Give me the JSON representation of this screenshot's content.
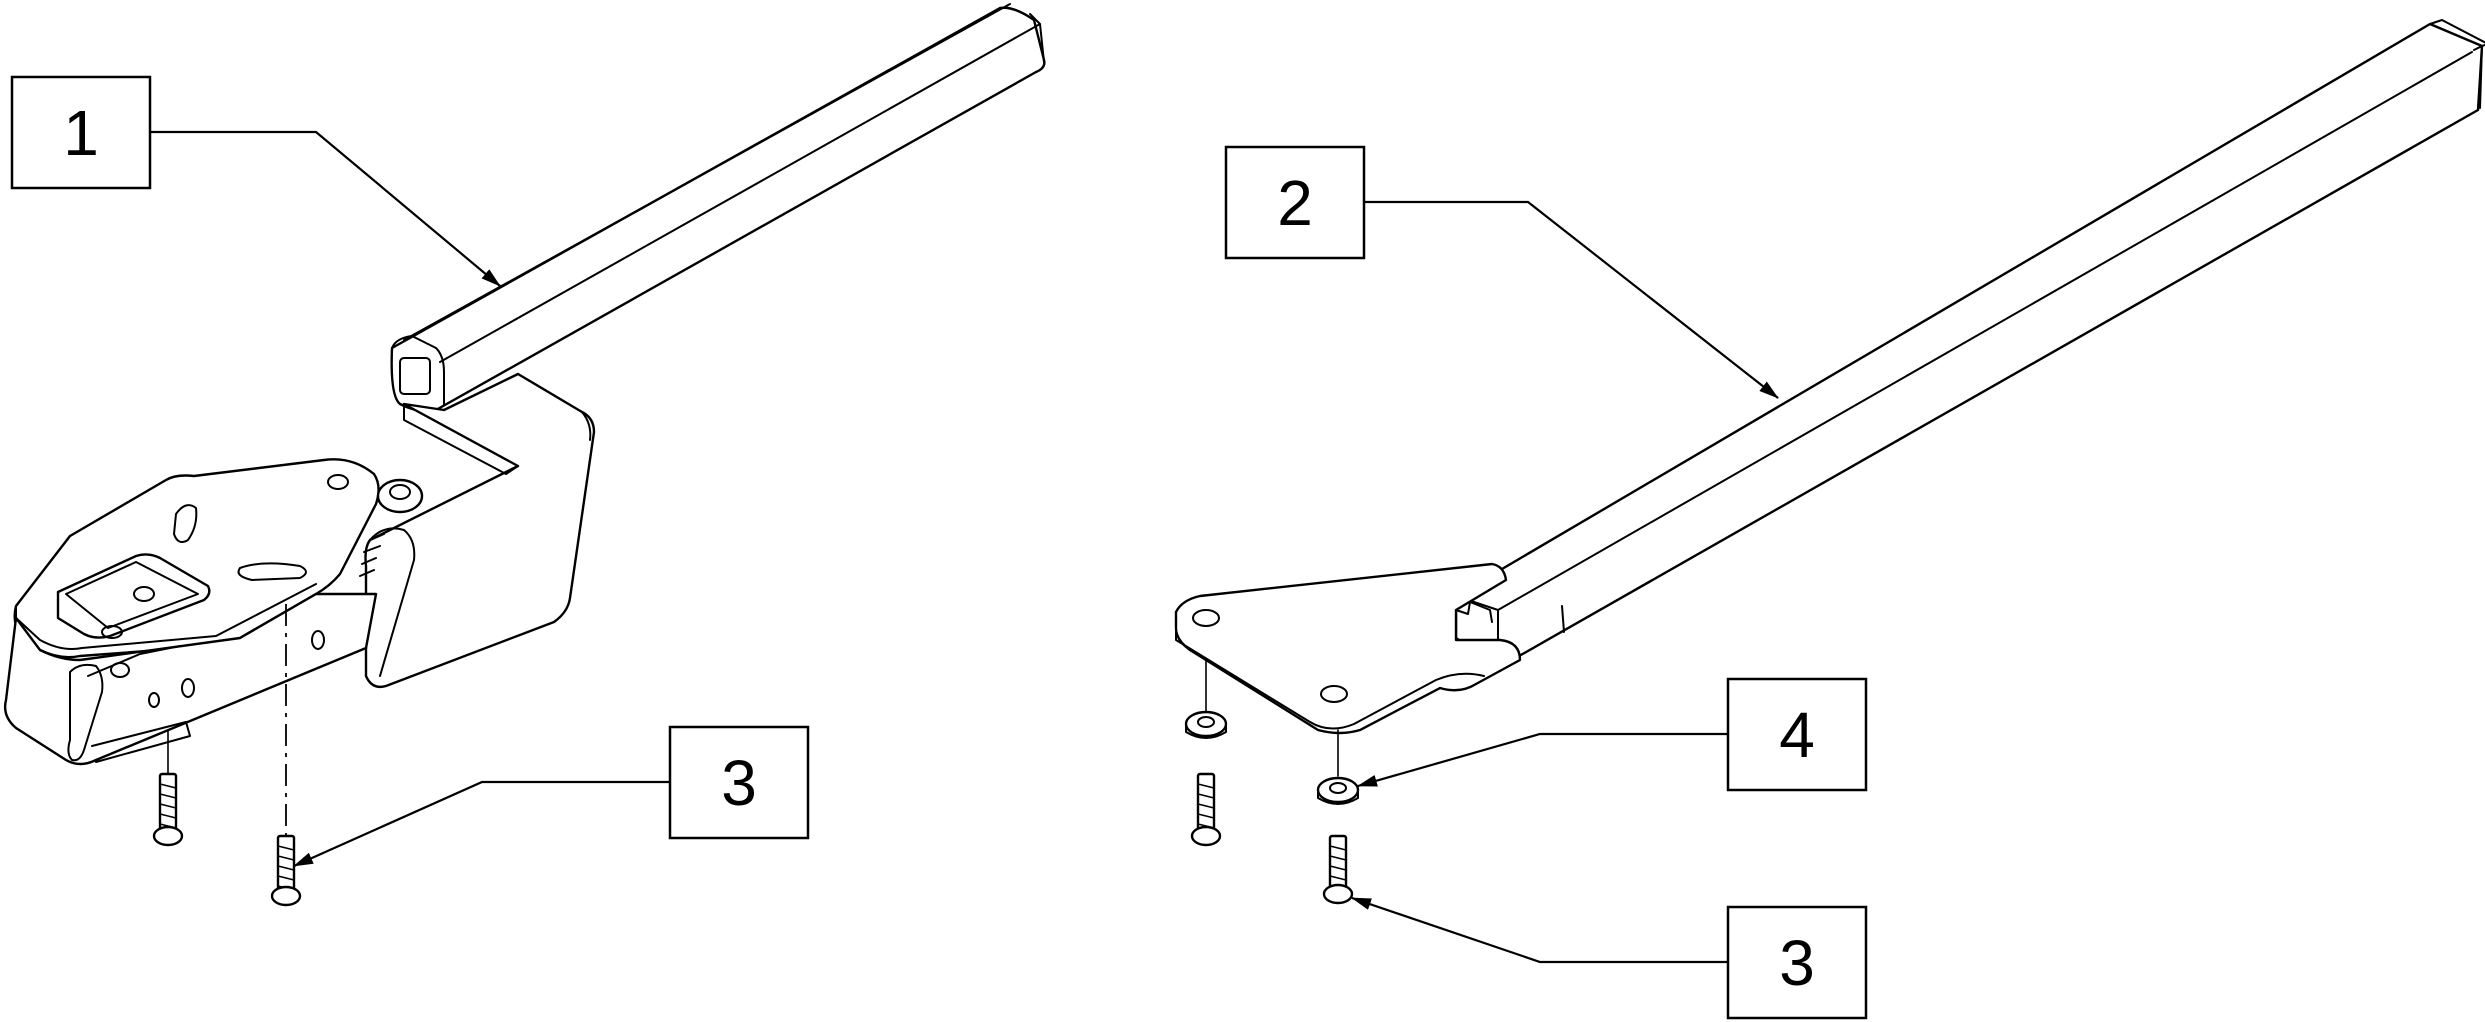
{
  "callouts": [
    {
      "id": "c1",
      "label": "1"
    },
    {
      "id": "c2",
      "label": "2"
    },
    {
      "id": "c3a",
      "label": "3"
    },
    {
      "id": "c4",
      "label": "4"
    },
    {
      "id": "c3b",
      "label": "3"
    }
  ],
  "colors": {
    "line": "#000000",
    "background": "#ffffff"
  }
}
